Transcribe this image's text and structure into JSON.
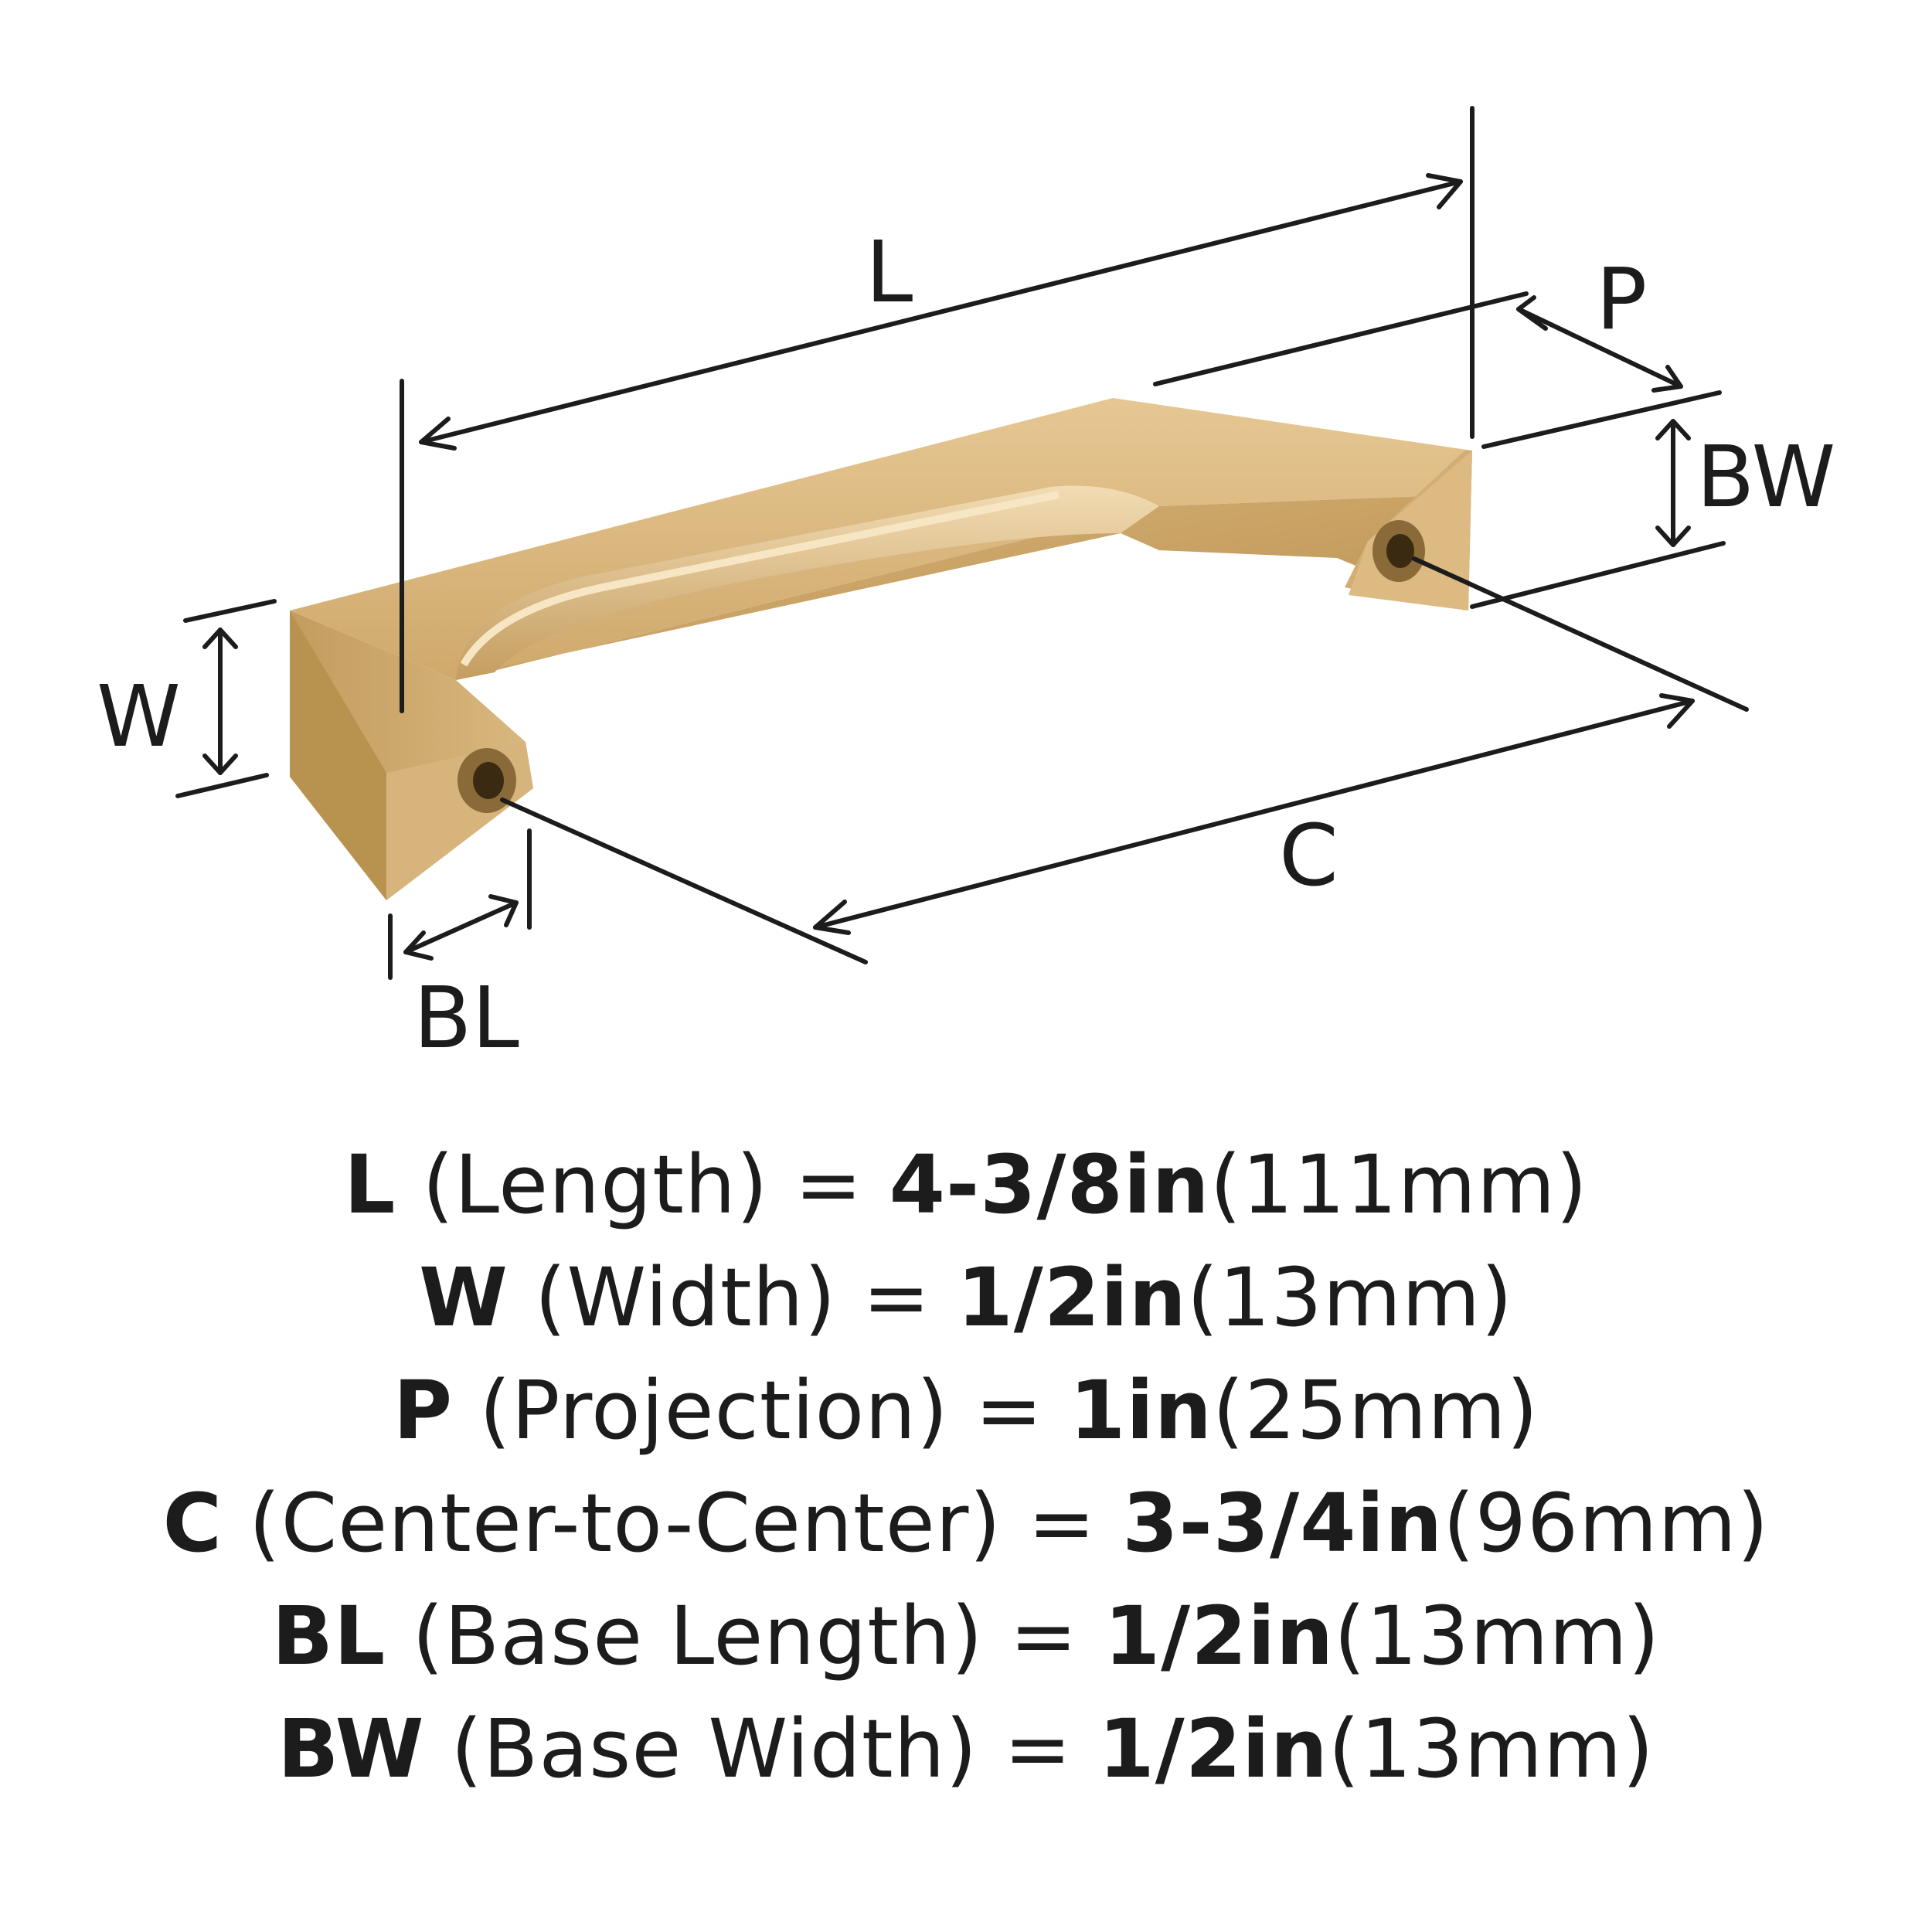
{
  "diagram": {
    "labels": {
      "L": "L",
      "P": "P",
      "BW": "BW",
      "W": "W",
      "C": "C",
      "BL": "BL"
    },
    "colors": {
      "finish_main": "#d2ae73",
      "finish_light": "#ead0a1",
      "finish_dark": "#a9854c",
      "finish_shadow": "#8a6a38",
      "line": "#1c1c1c"
    }
  },
  "specs": [
    {
      "code": "L",
      "desc": "(Length)",
      "eq": "=",
      "imperial": "4-3/8in",
      "metric": "(111mm)"
    },
    {
      "code": "W",
      "desc": "(Width)",
      "eq": "=",
      "imperial": "1/2in",
      "metric": "(13mm)"
    },
    {
      "code": "P",
      "desc": "(Projection)",
      "eq": "=",
      "imperial": "1in",
      "metric": "(25mm)"
    },
    {
      "code": "C",
      "desc": "(Center-to-Center)",
      "eq": "=",
      "imperial": "3-3/4in",
      "metric": "(96mm)"
    },
    {
      "code": "BL",
      "desc": "(Base Length)",
      "eq": "=",
      "imperial": "1/2in",
      "metric": "(13mm)"
    },
    {
      "code": "BW",
      "desc": "(Base Width)",
      "eq": "=",
      "imperial": "1/2in",
      "metric": "(13mm)"
    }
  ]
}
